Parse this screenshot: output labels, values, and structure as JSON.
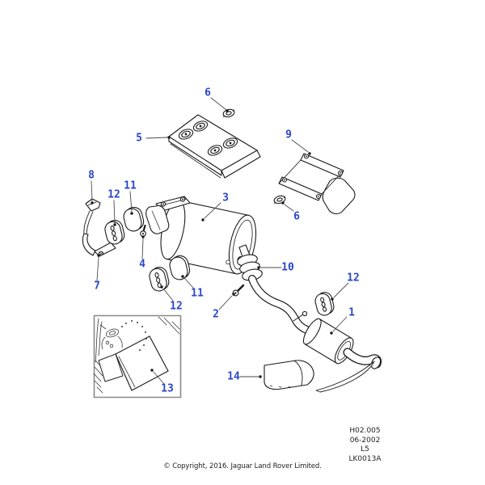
{
  "colors": {
    "background": "#ffffff",
    "line": "#1a1a1a",
    "leader": "#4a4a4a",
    "callout": "#2a46c8",
    "inset-border": "#8a8a8a",
    "footer-text": "#222222"
  },
  "callouts": [
    {
      "label": "6"
    },
    {
      "label": "5"
    },
    {
      "label": "9"
    },
    {
      "label": "8"
    },
    {
      "label": "11"
    },
    {
      "label": "12"
    },
    {
      "label": "3"
    },
    {
      "label": "6"
    },
    {
      "label": "4"
    },
    {
      "label": "7"
    },
    {
      "label": "12"
    },
    {
      "label": "11"
    },
    {
      "label": "2"
    },
    {
      "label": "10"
    },
    {
      "label": "12"
    },
    {
      "label": "1"
    },
    {
      "label": "13"
    },
    {
      "label": "14"
    }
  ],
  "reference_block": {
    "line1": "H02.005",
    "line2": "06-2002",
    "line3": "L5",
    "line4": "LK0013A"
  },
  "footer": {
    "copyright": "© Copyright, 2016. Jaguar Land Rover Limited."
  }
}
